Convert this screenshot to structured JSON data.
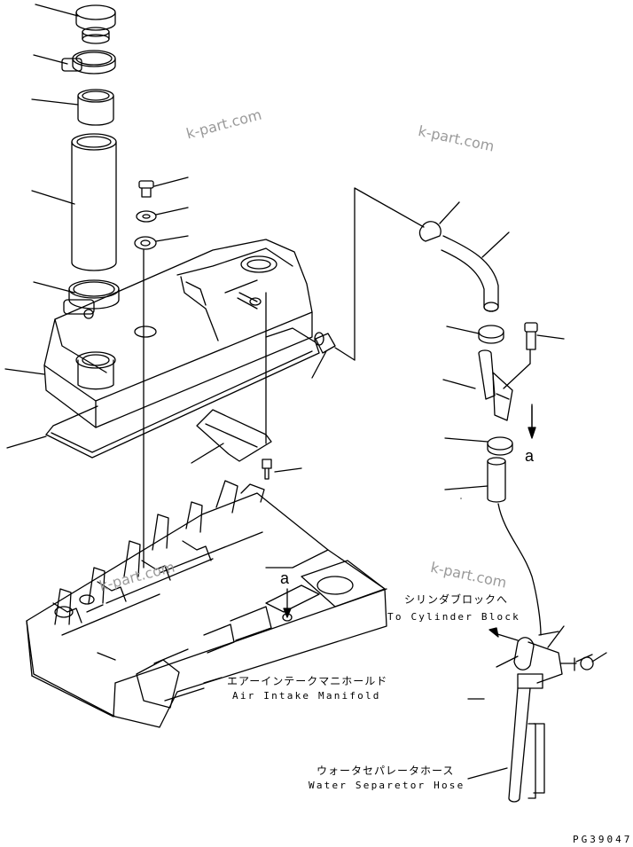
{
  "watermark": "k-part.com",
  "labels": {
    "cyl_block_jp": "シリンダブロックへ",
    "cyl_block_en": "To Cylinder Block",
    "air_intake_jp": "エアーインテークマニホールド",
    "air_intake_en": "Air Intake Manifold",
    "water_sep_jp": "ウォータセパレータホース",
    "water_sep_en": "Water Separetor Hose"
  },
  "markers": {
    "a_upper": "a",
    "a_lower": "a"
  },
  "drawing_code": "PG39047"
}
